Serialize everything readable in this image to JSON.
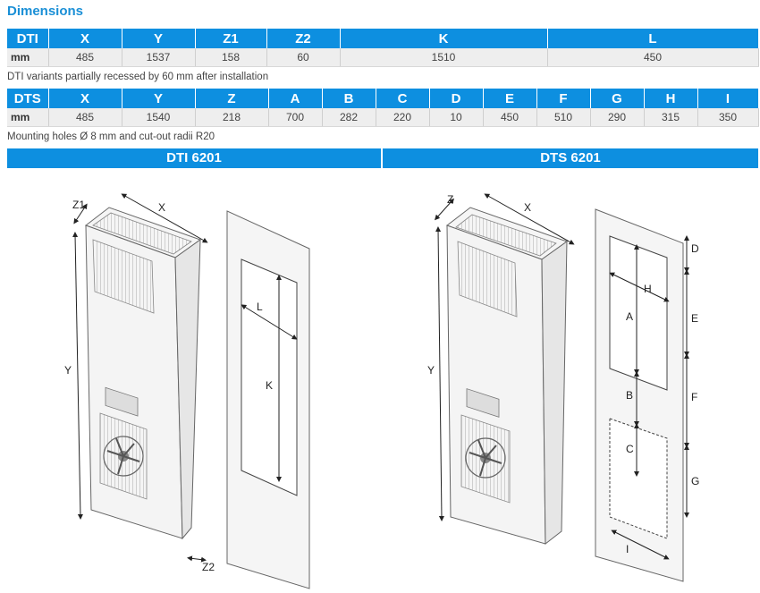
{
  "title": "Dimensions",
  "dti_table": {
    "headers": [
      "DTI",
      "X",
      "Y",
      "Z1",
      "Z2",
      "K",
      "L"
    ],
    "row": [
      "mm",
      "485",
      "1537",
      "158",
      "60",
      "1510",
      "450"
    ]
  },
  "dti_note": "DTI variants partially recessed by 60 mm after installation",
  "dts_table": {
    "headers": [
      "DTS",
      "X",
      "Y",
      "Z",
      "A",
      "B",
      "C",
      "D",
      "E",
      "F",
      "G",
      "H",
      "I"
    ],
    "row": [
      "mm",
      "485",
      "1540",
      "218",
      "700",
      "282",
      "220",
      "10",
      "450",
      "510",
      "290",
      "315",
      "350"
    ]
  },
  "dts_note": "Mounting holes Ø 8 mm and cut-out radii R20",
  "models": {
    "left": "DTI 6201",
    "right": "DTS 6201"
  },
  "dti_drawing_labels": {
    "z1": "Z1",
    "x": "X",
    "y": "Y",
    "z2": "Z2",
    "l": "L",
    "k": "K"
  },
  "dts_drawing_labels": {
    "z": "Z",
    "x": "X",
    "y": "Y",
    "a": "A",
    "b": "B",
    "c": "C",
    "d": "D",
    "e": "E",
    "f": "F",
    "g": "G",
    "h": "H",
    "i": "I"
  },
  "colors": {
    "accent": "#1a8fd6",
    "header_bg": "#0d8fe0",
    "row_bg": "#eeeeee"
  }
}
